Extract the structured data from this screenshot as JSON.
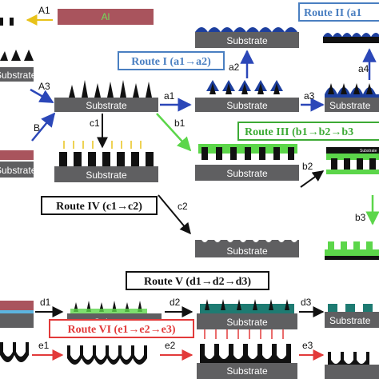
{
  "substrate_label": "Substrate",
  "al_label": "Al",
  "subs_label": "Substrate",
  "routes": {
    "r1": "Route I (a1→a2)",
    "r2": "Route II (a1",
    "r3": "Route III (b1→b2→b3",
    "r4": "Route IV (c1→c2)",
    "r5": "Route V (d1→d2→d3)",
    "r6": "Route VI (e1→e2→e3)"
  },
  "steps": {
    "A1": "A1",
    "A3": "A3",
    "B": "B",
    "a1": "a1",
    "a2": "a2",
    "a3": "a3",
    "a4": "a4",
    "b1": "b1",
    "b2": "b2",
    "b3": "b3",
    "c1": "c1",
    "c2": "c2",
    "d1": "d1",
    "d2": "d2",
    "d3": "d3",
    "e1": "e1",
    "e2": "e2",
    "e3": "e3"
  },
  "colors": {
    "substrate": "#5f5f61",
    "route_blue": "#4a7fc1",
    "route_green": "#3daa35",
    "route_red": "#e23a3a",
    "arrow_yellow": "#e8c21a",
    "al_fill": "#a9545d",
    "nano_blue": "#1d3f9e",
    "nano_green": "#5cd64a",
    "teal": "#1e7b72"
  }
}
